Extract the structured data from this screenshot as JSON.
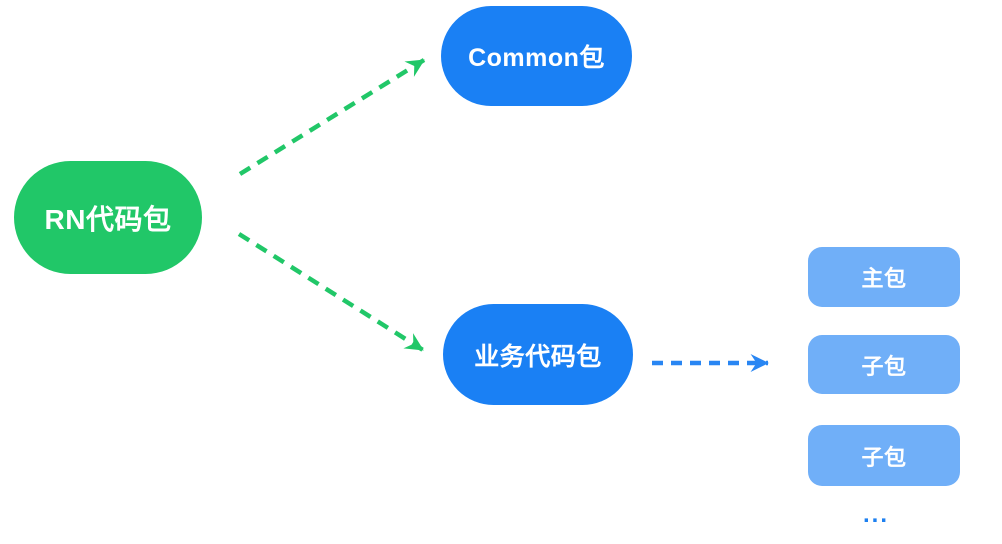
{
  "canvas": {
    "background": "#FFFFFF"
  },
  "nodes": {
    "rn": {
      "label": "RN代码包",
      "fill": "#21C768",
      "text_color": "#FFFFFF",
      "shape": "pill"
    },
    "common": {
      "label": "Common包",
      "fill": "#1A80F4",
      "text_color": "#FFFFFF",
      "shape": "pill"
    },
    "business": {
      "label": "业务代码包",
      "fill": "#1A80F4",
      "text_color": "#FFFFFF",
      "shape": "pill"
    },
    "main_pkg": {
      "label": "主包",
      "fill": "#70AFF8",
      "text_color": "#FFFFFF",
      "shape": "rounded-box"
    },
    "sub_pkg_1": {
      "label": "子包",
      "fill": "#70AFF8",
      "text_color": "#FFFFFF",
      "shape": "rounded-box"
    },
    "sub_pkg_2": {
      "label": "子包",
      "fill": "#70AFF8",
      "text_color": "#FFFFFF",
      "shape": "rounded-box"
    },
    "more": {
      "label": "...",
      "color": "#1D80F0"
    }
  },
  "edges": [
    {
      "from": "RN代码包",
      "to": "Common包",
      "style": "dashed",
      "color": "#21C768"
    },
    {
      "from": "RN代码包",
      "to": "业务代码包",
      "style": "dashed",
      "color": "#21C768"
    },
    {
      "from": "业务代码包",
      "to": "子包",
      "style": "dashed",
      "color": "#2986F3"
    }
  ]
}
